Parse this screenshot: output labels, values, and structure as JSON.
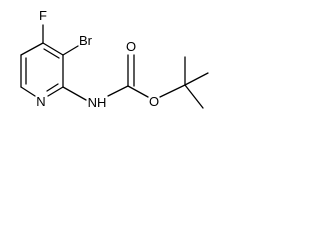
{
  "structure": {
    "atoms": {
      "fluorine": "F",
      "bromine": "Br",
      "ring_nitrogen": "N",
      "amide_nitrogen": "NH",
      "carbonyl_oxygen": "O",
      "ester_oxygen": "O"
    }
  }
}
